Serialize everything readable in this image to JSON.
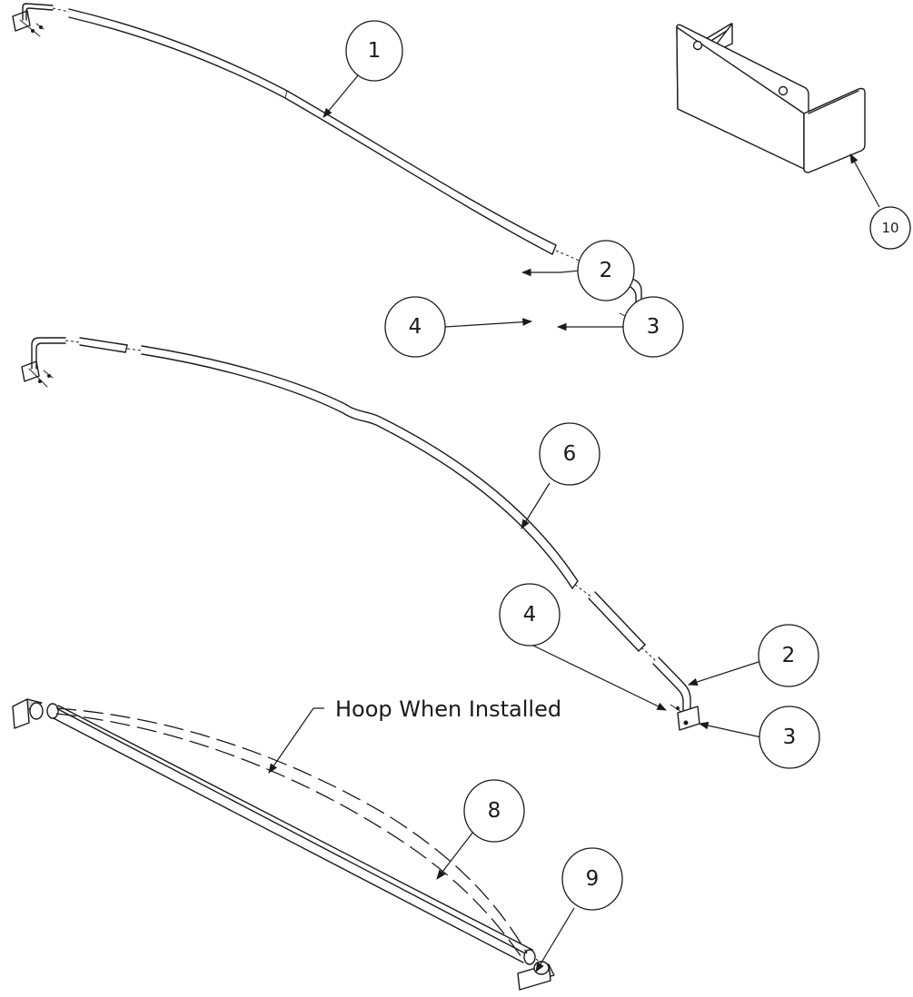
{
  "callouts": {
    "c1": "1",
    "c2a": "2",
    "c3a": "3",
    "c4a": "4",
    "c6": "6",
    "c4b": "4",
    "c2b": "2",
    "c3b": "3",
    "c8": "8",
    "c9": "9",
    "c10": "10"
  },
  "annotation": {
    "hoop_label": "Hoop When Installed"
  },
  "colors": {
    "ink": "#1a1a1a",
    "background": "#ffffff"
  }
}
